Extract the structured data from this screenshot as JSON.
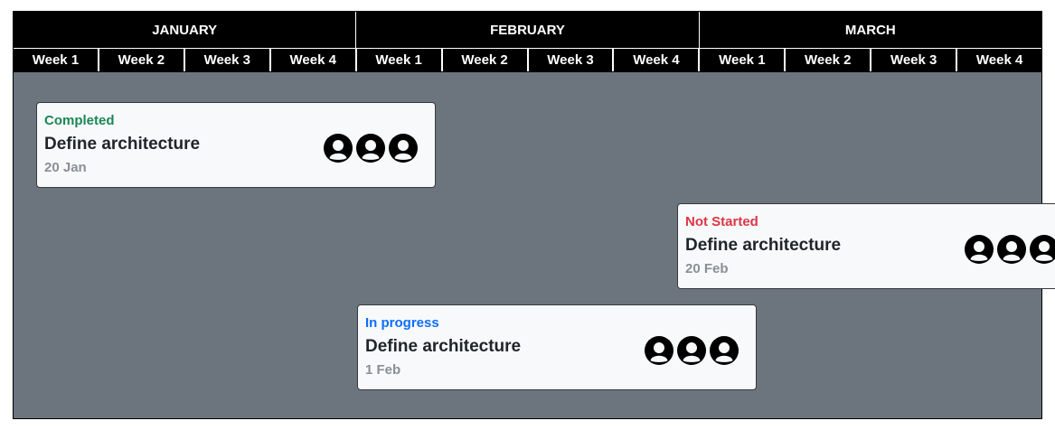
{
  "timeline": {
    "months": [
      "JANUARY",
      "FEBRUARY",
      "MARCH"
    ],
    "weeks": [
      "Week 1",
      "Week 2",
      "Week 3",
      "Week 4",
      "Week 1",
      "Week 2",
      "Week 3",
      "Week 4",
      "Week 1",
      "Week 2",
      "Week 3",
      "Week 4"
    ]
  },
  "tasks": [
    {
      "status": "Completed",
      "title": "Define architecture",
      "date": "20 Jan",
      "avatar_icons": [
        "user-avatar-icon",
        "user-avatar-icon",
        "user-avatar-icon"
      ]
    },
    {
      "status": "Not Started",
      "title": "Define architecture",
      "date": "20 Feb",
      "avatar_icons": [
        "user-avatar-icon",
        "user-avatar-icon",
        "user-avatar-icon"
      ]
    },
    {
      "status": "In progress",
      "title": "Define architecture",
      "date": "1 Feb",
      "avatar_icons": [
        "user-avatar-icon",
        "user-avatar-icon",
        "user-avatar-icon"
      ]
    }
  ],
  "colors": {
    "header_bg": "#000000",
    "board_bg": "#6c757d",
    "card_bg": "#f8f9fa",
    "completed": "#198754",
    "not_started": "#dc3545",
    "in_progress": "#0d6efd"
  }
}
